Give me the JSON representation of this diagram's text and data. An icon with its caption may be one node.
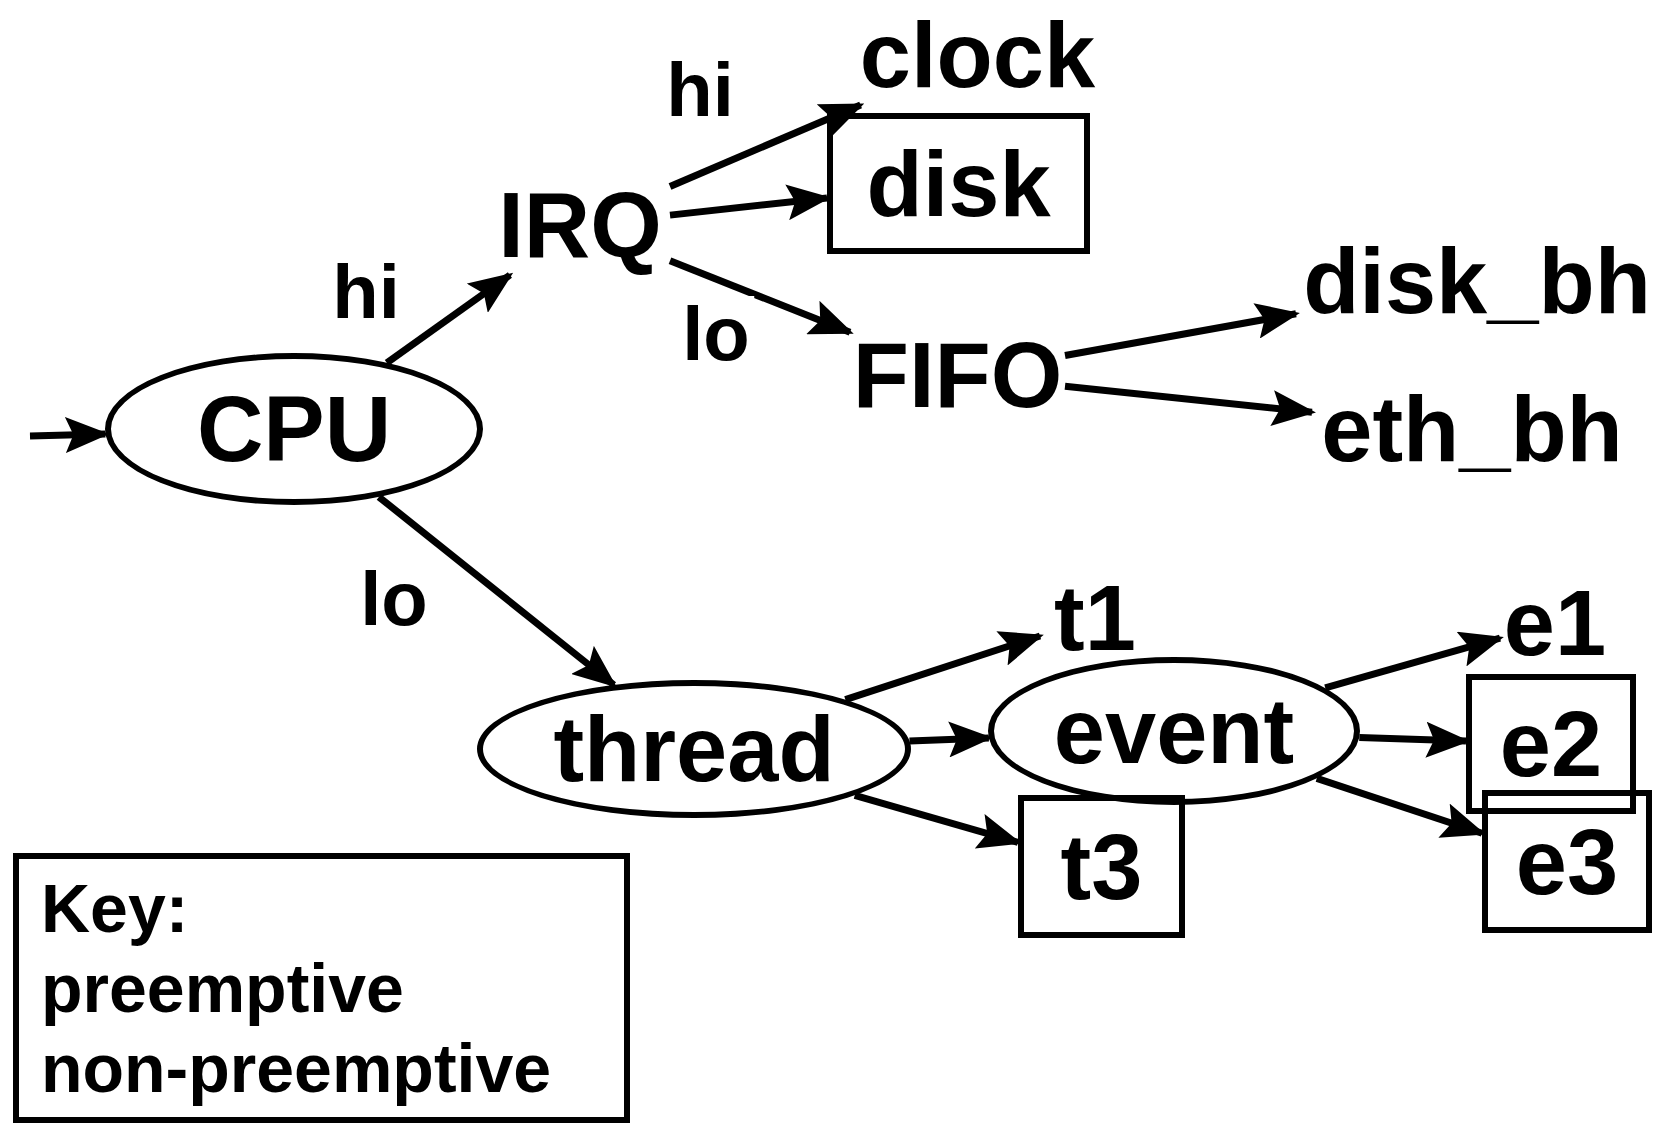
{
  "diagram": {
    "nodes": [
      {
        "text": [
          "CPU"
        ]
      },
      {
        "text": [
          "IRQ"
        ]
      },
      {
        "text": [
          "clock"
        ]
      },
      {
        "text": [
          "disk"
        ]
      },
      {
        "text": [
          "FIFO"
        ]
      },
      {
        "text": [
          "disk_bh"
        ]
      },
      {
        "text": [
          "eth_bh"
        ]
      },
      {
        "text": [
          "thread"
        ]
      },
      {
        "text": [
          "t1"
        ]
      },
      {
        "text": [
          "event"
        ]
      },
      {
        "text": [
          "t3"
        ]
      },
      {
        "text": [
          "e1"
        ]
      },
      {
        "text": [
          "e2"
        ]
      },
      {
        "text": [
          "e3"
        ]
      },
      {
        "text": [
          "Key:",
          "preemptive",
          "non-preemptive"
        ]
      }
    ],
    "edges": [
      {
        "from": null,
        "to": 0,
        "arrow": "to"
      },
      {
        "from": 0,
        "to": 1,
        "arrow": "to",
        "label": "hi"
      },
      {
        "from": 0,
        "to": 7,
        "arrow": "to",
        "label": "lo"
      },
      {
        "from": 1,
        "to": 2,
        "arrow": "to",
        "label": "hi"
      },
      {
        "from": 1,
        "to": 3,
        "arrow": "to"
      },
      {
        "from": 1,
        "to": 4,
        "arrow": "to",
        "label": "lo"
      },
      {
        "from": 4,
        "to": 5,
        "arrow": "to"
      },
      {
        "from": 4,
        "to": 6,
        "arrow": "to"
      },
      {
        "from": 7,
        "to": 8,
        "arrow": "to"
      },
      {
        "from": 7,
        "to": 9,
        "arrow": "to"
      },
      {
        "from": 7,
        "to": 10,
        "arrow": "to"
      },
      {
        "from": 9,
        "to": 11,
        "arrow": "to"
      },
      {
        "from": 9,
        "to": 12,
        "arrow": "to"
      },
      {
        "from": 9,
        "to": 13,
        "arrow": "to"
      }
    ]
  }
}
